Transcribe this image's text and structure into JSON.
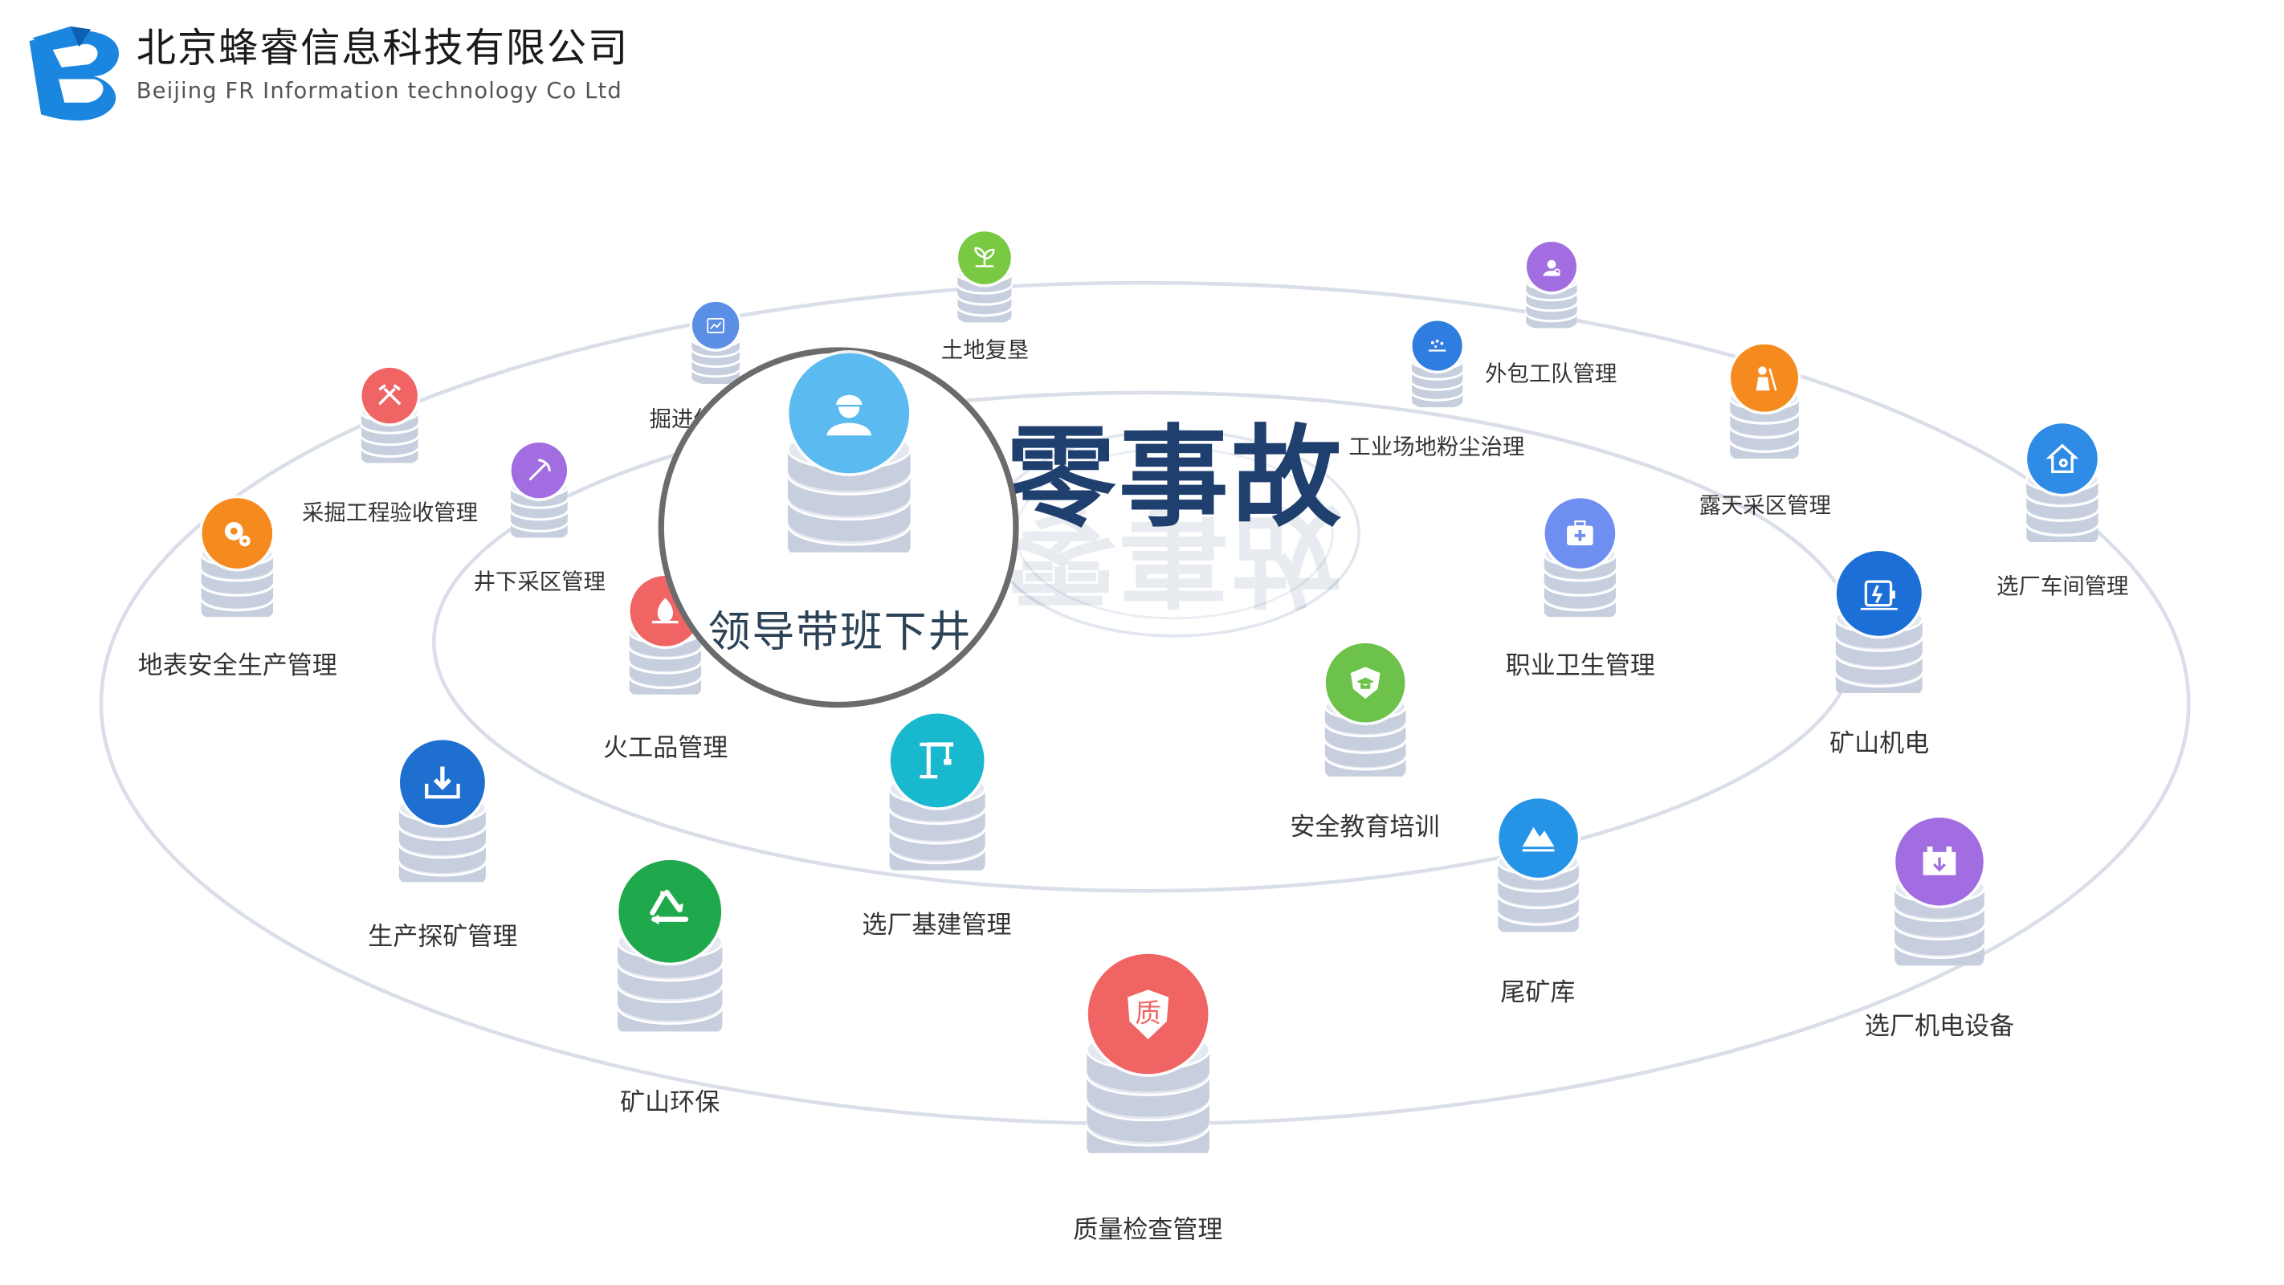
{
  "company": {
    "name_cn": "北京蜂睿信息科技有限公司",
    "name_en": "Beijing FR Information technology Co Ltd"
  },
  "center": {
    "title": "零事故"
  },
  "focus": {
    "label": "领导带班下井"
  },
  "colors": {
    "ring": "#d8dde8",
    "disk": "#d2d9e6",
    "disk_edge": "#b9c3d6",
    "brand": "#2a8de0"
  },
  "modules": [
    {
      "id": "land",
      "label": "土地复垦",
      "color": "#7ac943",
      "icon": "sprout"
    },
    {
      "id": "outsource",
      "label": "外包工队管理",
      "color": "#a16de0",
      "icon": "worker"
    },
    {
      "id": "dust",
      "label": "工业场地粉尘治理",
      "color": "#2f7de0",
      "icon": "dust"
    },
    {
      "id": "openpit",
      "label": "露天采区管理",
      "color": "#f58a1e",
      "icon": "miner"
    },
    {
      "id": "plant",
      "label": "选厂车间管理",
      "color": "#2e8be6",
      "icon": "home-gear"
    },
    {
      "id": "tunnel",
      "label": "掘进作业管理",
      "color": "#5b8fe6",
      "icon": "chart"
    },
    {
      "id": "accept",
      "label": "采掘工程验收管理",
      "color": "#f06464",
      "icon": "tools"
    },
    {
      "id": "underground",
      "label": "井下采区管理",
      "color": "#a16de0",
      "icon": "pickaxe"
    },
    {
      "id": "surface",
      "label": "地表安全生产管理",
      "color": "#f58a1e",
      "icon": "gear"
    },
    {
      "id": "explosive",
      "label": "火工品管理",
      "color": "#f06464",
      "icon": "fire"
    },
    {
      "id": "health",
      "label": "职业卫生管理",
      "color": "#6f8ff0",
      "icon": "medkit"
    },
    {
      "id": "electro",
      "label": "矿山机电",
      "color": "#1c6fd6",
      "icon": "battery"
    },
    {
      "id": "edu",
      "label": "安全教育培训",
      "color": "#6cc24a",
      "icon": "shield-cap"
    },
    {
      "id": "prospect",
      "label": "生产探矿管理",
      "color": "#1e6fd0",
      "icon": "down-arrow"
    },
    {
      "id": "build",
      "label": "选厂基建管理",
      "color": "#18b8cf",
      "icon": "crane"
    },
    {
      "id": "tailings",
      "label": "尾矿库",
      "color": "#2694e6",
      "icon": "mountain"
    },
    {
      "id": "equip",
      "label": "选厂机电设备",
      "color": "#a16de0",
      "icon": "machine"
    },
    {
      "id": "env",
      "label": "矿山环保",
      "color": "#1fa84c",
      "icon": "recycle"
    },
    {
      "id": "quality",
      "label": "质量检查管理",
      "color": "#f06464",
      "icon": "zhi-shield"
    }
  ],
  "quality_glyph": "质"
}
